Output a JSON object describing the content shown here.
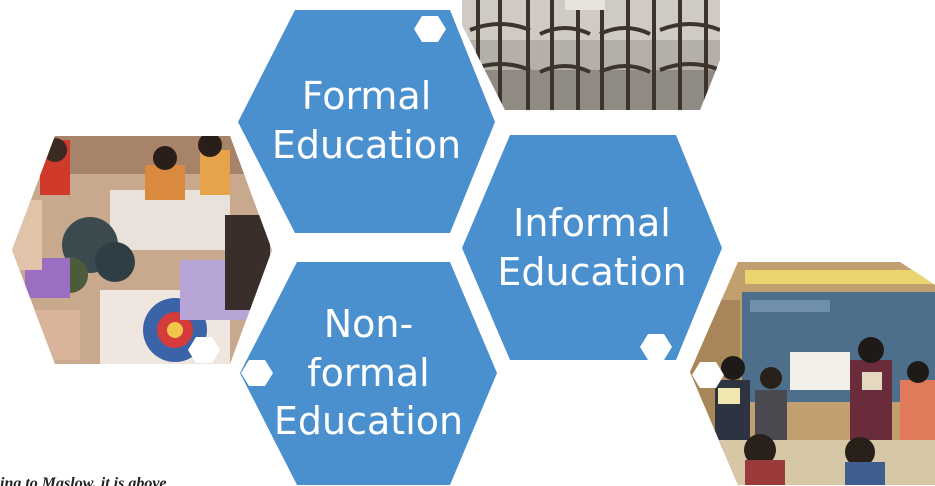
{
  "diagram": {
    "hexagons": [
      {
        "id": "formal",
        "label": "Formal\nEducation",
        "color": "#4a8fce"
      },
      {
        "id": "informal",
        "label": "Informal\nEducation",
        "color": "#4a8fce"
      },
      {
        "id": "nonformal",
        "label": "Non-\nformal\nEducation",
        "color": "#4a8fce"
      }
    ],
    "photos": [
      {
        "id": "classroom-chairs",
        "subject": "empty classroom chairs"
      },
      {
        "id": "children-painting",
        "subject": "children painting on the floor"
      },
      {
        "id": "classroom-students",
        "subject": "students presenting in a classroom"
      }
    ]
  },
  "caption": "ing to Maslow, it is above"
}
